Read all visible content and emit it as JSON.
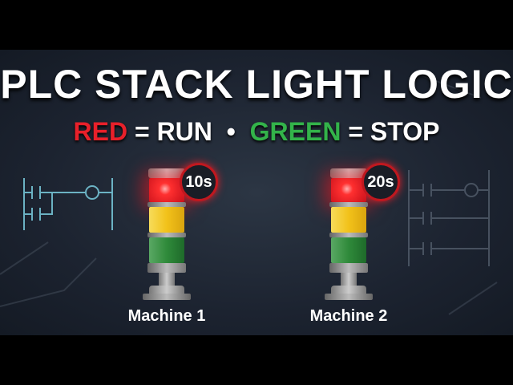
{
  "title": "PLC STACK LIGHT LOGIC",
  "subtitle": {
    "red_word": "RED",
    "eq1": " = RUN  •  ",
    "green_word": "GREEN",
    "eq2": " = STOP"
  },
  "machines": [
    {
      "label": "Machine 1",
      "timer": "10s",
      "active_light": "red"
    },
    {
      "label": "Machine 2",
      "timer": "20s",
      "active_light": "red"
    }
  ],
  "colors": {
    "red": "#e8202a",
    "yellow": "#f2c21a",
    "green": "#2f8a3a",
    "background": "#1c2330"
  }
}
